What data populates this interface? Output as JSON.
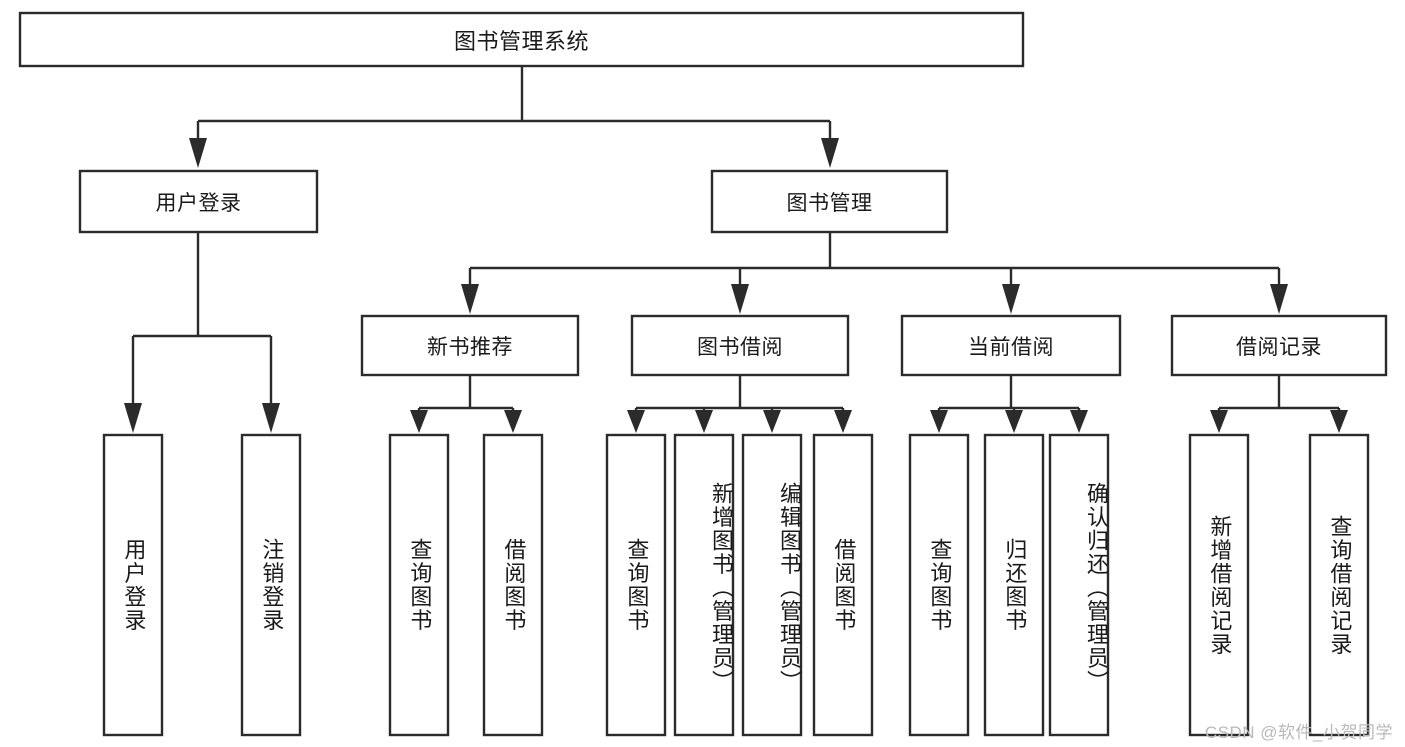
{
  "diagram": {
    "type": "hierarchy-tree",
    "title": "图书管理系统",
    "root": {
      "label": "图书管理系统",
      "children": [
        {
          "label": "用户登录",
          "children": [
            {
              "label": "用户登录"
            },
            {
              "label": "注销登录"
            }
          ]
        },
        {
          "label": "图书管理",
          "children": [
            {
              "label": "新书推荐",
              "children": [
                {
                  "label": "查询图书"
                },
                {
                  "label": "借阅图书"
                }
              ]
            },
            {
              "label": "图书借阅",
              "children": [
                {
                  "label": "查询图书"
                },
                {
                  "label": "新增图书（管理员）"
                },
                {
                  "label": "编辑图书（管理员）"
                },
                {
                  "label": "借阅图书"
                }
              ]
            },
            {
              "label": "当前借阅",
              "children": [
                {
                  "label": "查询图书"
                },
                {
                  "label": "归还图书"
                },
                {
                  "label": "确认归还（管理员）"
                }
              ]
            },
            {
              "label": "借阅记录",
              "children": [
                {
                  "label": "新增借阅记录"
                },
                {
                  "label": "查询借阅记录"
                }
              ]
            }
          ]
        }
      ]
    },
    "nodes": {
      "root": "图书管理系统",
      "l1_user_login": "用户登录",
      "l1_book_mgmt": "图书管理",
      "l2_new_book": "新书推荐",
      "l2_borrow": "图书借阅",
      "l2_current": "当前借阅",
      "l2_record": "借阅记录",
      "leaf_user_login": "用户登录",
      "leaf_logout": "注销登录",
      "leaf_nb_query": "查询图书",
      "leaf_nb_borrow": "借阅图书",
      "leaf_bb_query": "查询图书",
      "leaf_bb_add": "新增图书（管理员）",
      "leaf_bb_edit": "编辑图书（管理员）",
      "leaf_bb_borrow": "借阅图书",
      "leaf_cb_query": "查询图书",
      "leaf_cb_return": "归还图书",
      "leaf_cb_confirm": "确认归还（管理员）",
      "leaf_rec_add": "新增借阅记录",
      "leaf_rec_query": "查询借阅记录"
    },
    "colors": {
      "stroke": "#2b2b2b",
      "box_fill": "#ffffff",
      "text": "#1a1a1a",
      "background": "#ffffff",
      "watermark": "#b9b9b9"
    }
  },
  "watermark": {
    "text": "CSDN @软件_小贺同学"
  }
}
